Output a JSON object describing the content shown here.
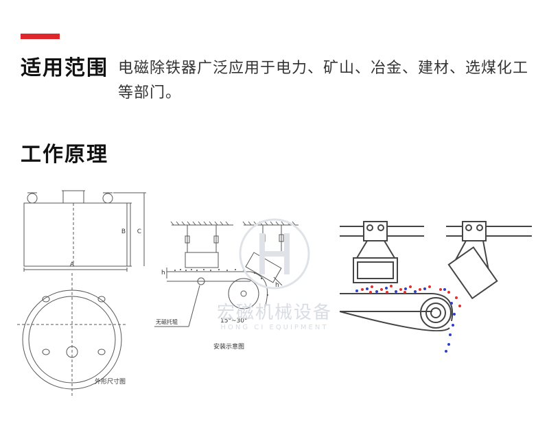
{
  "colors": {
    "accent": "#e0262b",
    "title": "#111111",
    "text": "#333333",
    "line": "#555555",
    "belt_red": "#e03030",
    "belt_blue": "#2f3fc8"
  },
  "scope": {
    "title": "适用范围",
    "description": "电磁除铁器广泛应用于电力、矿山、冶金、建材、选煤化工等部门。"
  },
  "principle": {
    "title": "工作原理"
  },
  "diagrams": {
    "dimensions": {
      "label_a": "A",
      "label_b": "B",
      "label_c": "C",
      "caption": "外形尺寸图"
    },
    "installation": {
      "label_h1": "h",
      "label_h2": "h",
      "angle": "15°~30°",
      "roller_label": "无磁托辊",
      "caption": "安装示意图"
    }
  },
  "watermark": {
    "name": "宏磁机械设备",
    "sub": "HONG CI EQUIPMENT"
  }
}
